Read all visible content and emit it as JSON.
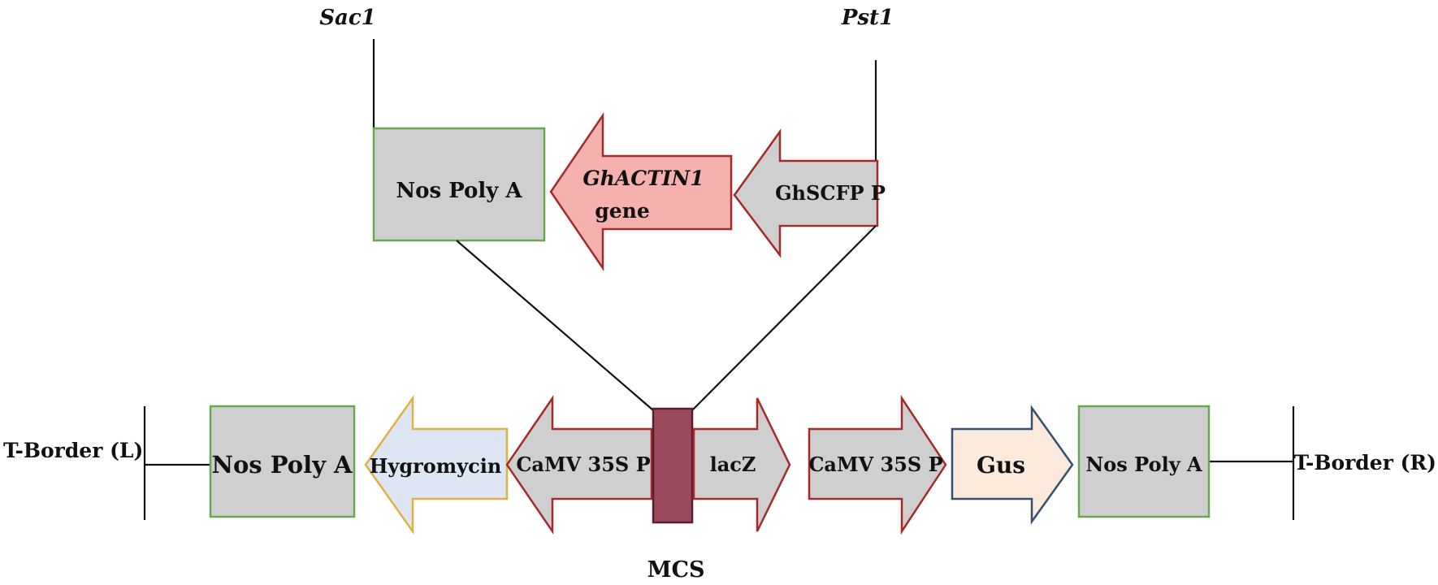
{
  "restriction_sites": {
    "left": "Sac1",
    "right": "Pst1"
  },
  "insert": {
    "nos_polya": "Nos Poly A",
    "gene_name": "GhACTIN1",
    "gene_word": "gene",
    "promoter": "GhSCFP P"
  },
  "backbone": {
    "t_border_left": "T-Border (L)",
    "t_border_right": "T-Border (R)",
    "nos_polya_left": "Nos Poly A",
    "hygromycin": "Hygromycin",
    "camv_left": "CaMV 35S P",
    "lacz": "lacZ",
    "camv_right": "CaMV 35S P",
    "gus": "Gus",
    "nos_polya_right": "Nos Poly A",
    "mcs": "MCS"
  },
  "colors": {
    "grey_fill": "#cfcfcf",
    "green_border": "#6aa84f",
    "red_border": "#a52a2a",
    "pink_fill": "#f4b1ad",
    "blue_fill": "#dde6f2",
    "yellow_border": "#e0b040",
    "peach_fill": "#fbe9dc",
    "navy_border": "#34506e",
    "mcs_fill": "#9a4a5c",
    "mcs_border": "#5a1e2e"
  }
}
